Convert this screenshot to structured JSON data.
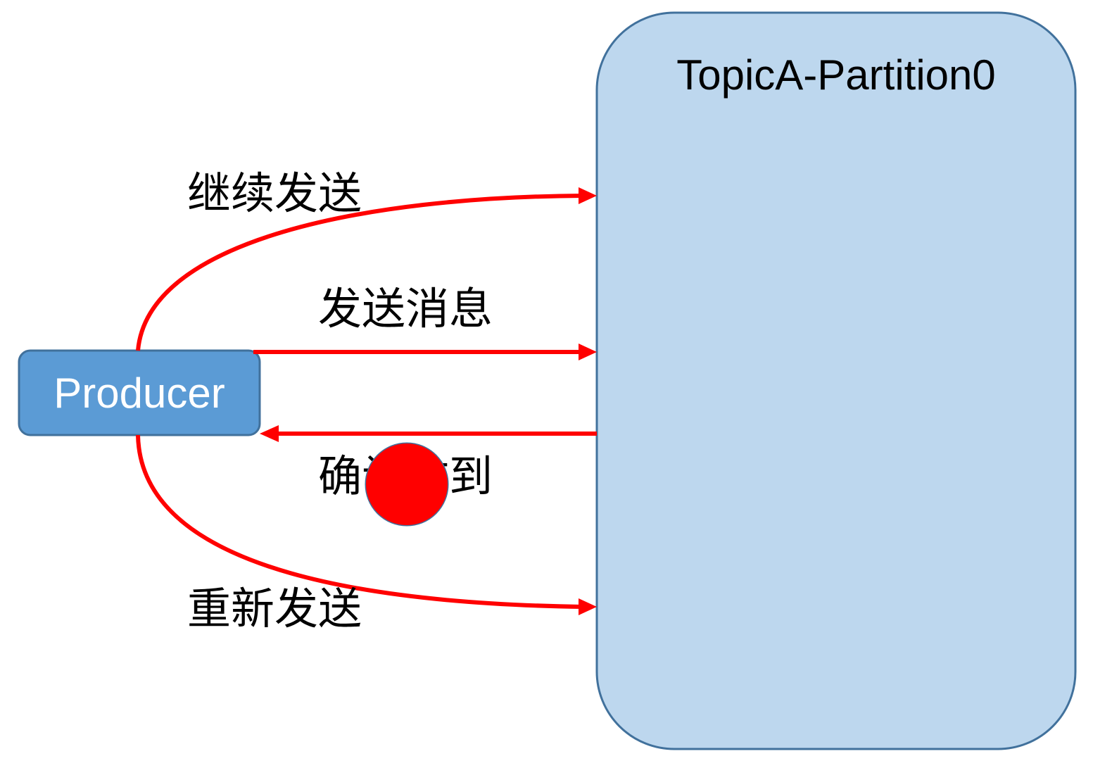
{
  "partition": {
    "title": "TopicA-Partition0",
    "fill": "#BDD7EE",
    "stroke": "#41719C"
  },
  "producer": {
    "label": "Producer",
    "fill": "#5B9BD5",
    "stroke": "#41719C"
  },
  "arrows": {
    "color": "#FF0000",
    "continue_send": "继续发送",
    "send_message": "发送消息",
    "ack_received": "确认收到",
    "resend": "重新发送"
  },
  "prohibit_icon": {
    "color": "#FF0000",
    "outline": "#41719C"
  }
}
